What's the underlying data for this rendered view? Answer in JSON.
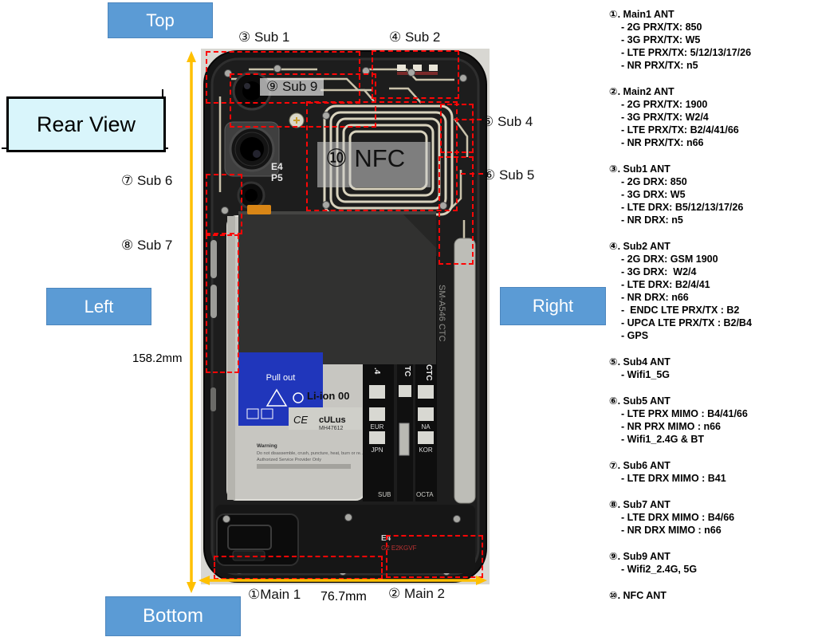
{
  "title_box": {
    "label": "Rear View"
  },
  "direction_buttons": {
    "top": "Top",
    "left": "Left",
    "right": "Right",
    "bottom": "Bottom"
  },
  "dimensions": {
    "height": "158.2mm",
    "width": "76.7mm"
  },
  "callouts": {
    "sub1": "③ Sub 1",
    "sub2": "④ Sub 2",
    "sub9": "⑨ Sub 9",
    "sub4": "⑤ Sub 4",
    "sub5": "⑥ Sub 5",
    "sub6": "⑦ Sub 6",
    "sub7": "⑧ Sub 7",
    "main1": "①Main 1",
    "main2": "② Main 2",
    "nfc": "⑩ NFC"
  },
  "legend": {
    "sections": [
      {
        "title": "①. Main1 ANT",
        "lines": [
          "- 2G PRX/TX: 850",
          "- 3G PRX/TX: W5",
          "- LTE PRX/TX: 5/12/13/17/26",
          "- NR PRX/TX: n5"
        ]
      },
      {
        "title": "②. Main2 ANT",
        "lines": [
          "- 2G PRX/TX: 1900",
          "- 3G PRX/TX: W2/4",
          "- LTE PRX/TX: B2/4/41/66",
          "- NR PRX/TX: n66"
        ]
      },
      {
        "title": "③. Sub1 ANT",
        "lines": [
          "- 2G DRX: 850",
          "- 3G DRX: W5",
          "- LTE DRX: B5/12/13/17/26",
          "- NR DRX: n5"
        ]
      },
      {
        "title": "④. Sub2 ANT",
        "lines": [
          "- 2G DRX: GSM 1900",
          "- 3G DRX:  W2/4",
          "- LTE DRX: B2/4/41",
          "- NR DRX: n66",
          "-  ENDC LTE PRX/TX : B2",
          "- UPCA LTE PRX/TX : B2/B4",
          "- GPS"
        ]
      },
      {
        "title": "⑤. Sub4 ANT",
        "lines": [
          "- Wifi1_5G"
        ]
      },
      {
        "title": "⑥. Sub5 ANT",
        "lines": [
          "- LTE PRX MIMO : B4/41/66",
          "- NR PRX MIMO : n66",
          "- Wifi1_2.4G & BT"
        ]
      },
      {
        "title": "⑦. Sub6 ANT",
        "lines": [
          "- LTE DRX MIMO : B41"
        ]
      },
      {
        "title": "⑧. Sub7 ANT",
        "lines": [
          "- LTE DRX MIMO : B4/66",
          "- NR DRX MIMO : n66"
        ]
      },
      {
        "title": "⑨. Sub9 ANT",
        "lines": [
          "- Wifi2_2.4G, 5G"
        ]
      },
      {
        "title": "⑩. NFC ANT",
        "lines": []
      }
    ]
  },
  "photo": {
    "texts": {
      "e4_top": "E4",
      "p5_top": "P5",
      "pull_out": "Pull out",
      "li_ion": "Li-ion 00",
      "ce": "CE",
      "ul": "cULus",
      "ul_code": "MH47612",
      "warning_title": "Warning",
      "warning_1": "Do not disassemble, crush, puncture, heat, burn or re..",
      "warning_2": "Authorized Service Provider Only",
      "dot4": ".4",
      "tc": "TC",
      "ctc": "CTC",
      "eur": "EUR",
      "jpn": "JPN",
      "na": "NA",
      "kor": "KOR",
      "model": "SM-A546 CTC",
      "sub_flex": "SUB",
      "octa_flex": "OCTA",
      "e4_bottom": "E4",
      "g2_code": "G2 E2KGVF"
    }
  },
  "colors": {
    "accent_blue": "#5B9BD5",
    "annotation_red": "#FF0606",
    "arrow_yellow": "#FFC000",
    "rearview_bg": "#D9F5FB"
  }
}
